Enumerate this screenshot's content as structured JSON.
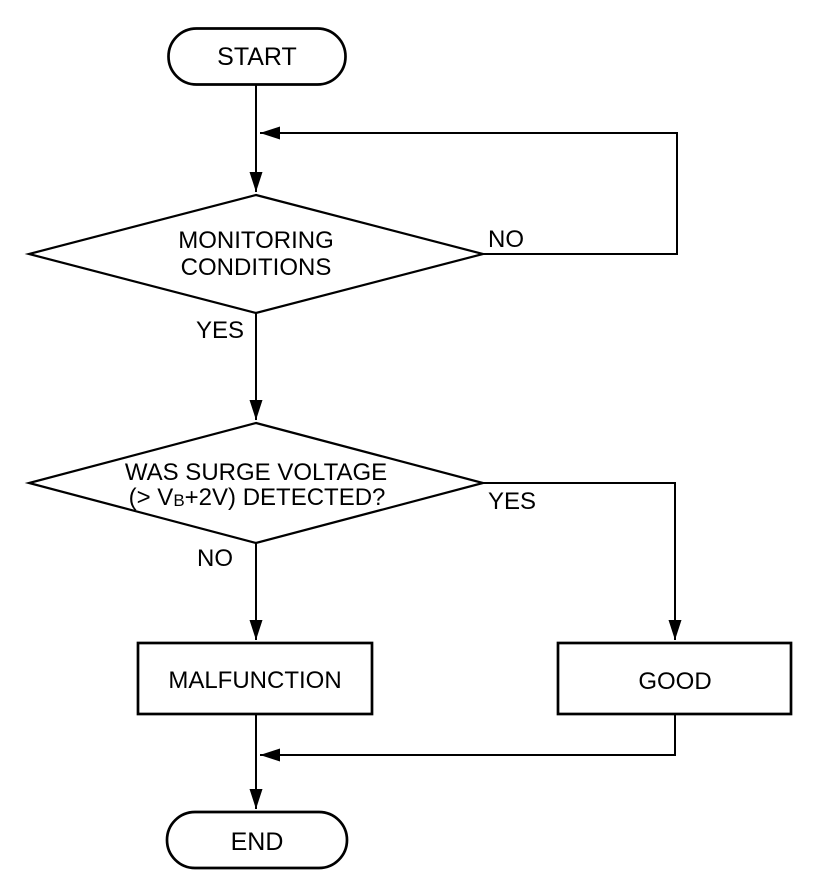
{
  "flowchart": {
    "colors": {
      "background": "#ffffff",
      "line": "#000000",
      "text": "#000000"
    },
    "nodes": {
      "start": {
        "shape": "terminator",
        "label": "START"
      },
      "monitoring_conditions": {
        "shape": "decision",
        "label_line1": "MONITORING",
        "label_line2": "CONDITIONS"
      },
      "surge_voltage": {
        "shape": "decision",
        "label_line1": "WAS SURGE VOLTAGE",
        "label_line2_prefix": "(> V",
        "label_line2_subscript": "B",
        "label_line2_suffix": "+2V) DETECTED?",
        "label_full": "WAS SURGE VOLTAGE (> VB+2V) DETECTED?"
      },
      "malfunction": {
        "shape": "process",
        "label": "MALFUNCTION"
      },
      "good": {
        "shape": "process",
        "label": "GOOD"
      },
      "end": {
        "shape": "terminator",
        "label": "END"
      }
    },
    "edges": [
      {
        "from": "start",
        "to": "monitoring_conditions",
        "label": ""
      },
      {
        "from": "monitoring_conditions",
        "to": "monitoring_conditions",
        "label": "NO"
      },
      {
        "from": "monitoring_conditions",
        "to": "surge_voltage",
        "label": "YES"
      },
      {
        "from": "surge_voltage",
        "to": "good",
        "label": "YES"
      },
      {
        "from": "surge_voltage",
        "to": "malfunction",
        "label": "NO"
      },
      {
        "from": "malfunction",
        "to": "end",
        "label": ""
      },
      {
        "from": "good",
        "to": "end",
        "label": ""
      }
    ]
  }
}
